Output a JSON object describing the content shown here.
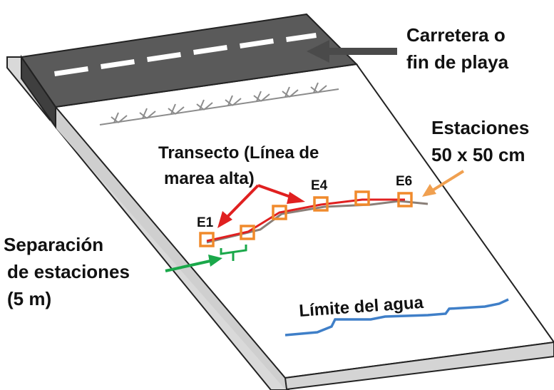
{
  "labels": {
    "road": [
      "Carretera o",
      "fin de playa"
    ],
    "stations": [
      "Estaciones",
      "50 x 50 cm"
    ],
    "transect": [
      "Transecto (Línea de",
      "marea alta)"
    ],
    "separation": [
      "Separación",
      "de estaciones",
      "(5 m)"
    ],
    "water": "Límite del agua",
    "station_ids": [
      "E1",
      "E4",
      "E6"
    ]
  },
  "colors": {
    "road_top": "#5a5a5a",
    "road_side": "#3f3f3f",
    "road_dash": "#ffffff",
    "beach_top": "#ffffff",
    "beach_side": "#d2d2d2",
    "outline": "#222222",
    "vegetation": "#8c8c8c",
    "transect_line": "#e02020",
    "transect_alt_line": "#8a7f78",
    "station_box": "#f08a2c",
    "red_arrow": "#e02020",
    "green_bracket": "#1aa84a",
    "orange_arrow": "#f0a050",
    "water_line": "#3f7fc8",
    "gray_arrow": "#4a4a4a"
  },
  "icons": [
    "arrow-left-icon",
    "bracket-icon",
    "vegetation-icon"
  ]
}
